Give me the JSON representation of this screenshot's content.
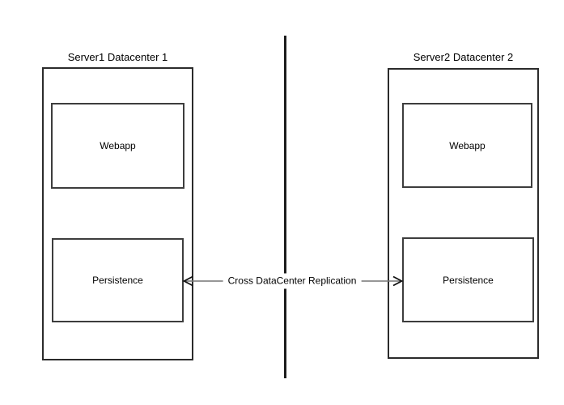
{
  "diagram": {
    "datacenters": [
      {
        "title": "Server1 Datacenter 1",
        "boxes": [
          {
            "label": "Webapp"
          },
          {
            "label": "Persistence"
          }
        ]
      },
      {
        "title": "Server2 Datacenter 2",
        "boxes": [
          {
            "label": "Webapp"
          },
          {
            "label": "Persistence"
          }
        ]
      }
    ],
    "connector": {
      "label": "Cross DataCenter Replication",
      "line_color": "#757575",
      "arrowhead_color": "#111111",
      "direction": "bidirectional"
    },
    "divider": {
      "orientation": "vertical",
      "color": "#1c1c1c"
    },
    "colors": {
      "background": "#ffffff",
      "outer_box_border": "#2b2b2b",
      "inner_box_border": "#3d3d3d",
      "text": "#000000"
    }
  }
}
